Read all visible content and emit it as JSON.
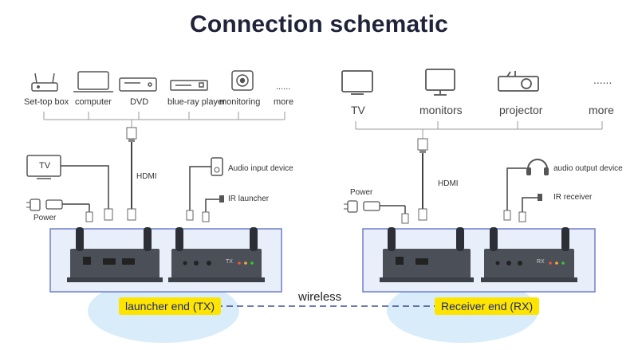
{
  "title": "Connection schematic",
  "left": {
    "sources": [
      "Set-top box",
      "computer",
      "DVD",
      "blue-ray player",
      "monitoring",
      "more"
    ],
    "more_dots": "......",
    "tv_label": "TV",
    "hdmi_label": "HDMI",
    "power_label": "Power",
    "audio_label": "Audio input device",
    "ir_label": "IR launcher",
    "end_label": "launcher end (TX)",
    "panel_text": "TX"
  },
  "right": {
    "displays": [
      "TV",
      "monitors",
      "projector",
      "more"
    ],
    "more_dots": "......",
    "hdmi_label": "HDMI",
    "power_label": "Power",
    "audio_label": "audio output device",
    "ir_label": "IR receiver",
    "end_label": "Receiver end (RX)",
    "panel_text": "RX"
  },
  "wireless_label": "wireless",
  "colors": {
    "box_border": "#6f7fcf",
    "box_fill": "#e9effa",
    "glow": "#c7e4f7",
    "pill": "#ffe400",
    "pill_text": "#1a2a7a",
    "device": "#4a4f58",
    "line": "#9a9a9a"
  }
}
